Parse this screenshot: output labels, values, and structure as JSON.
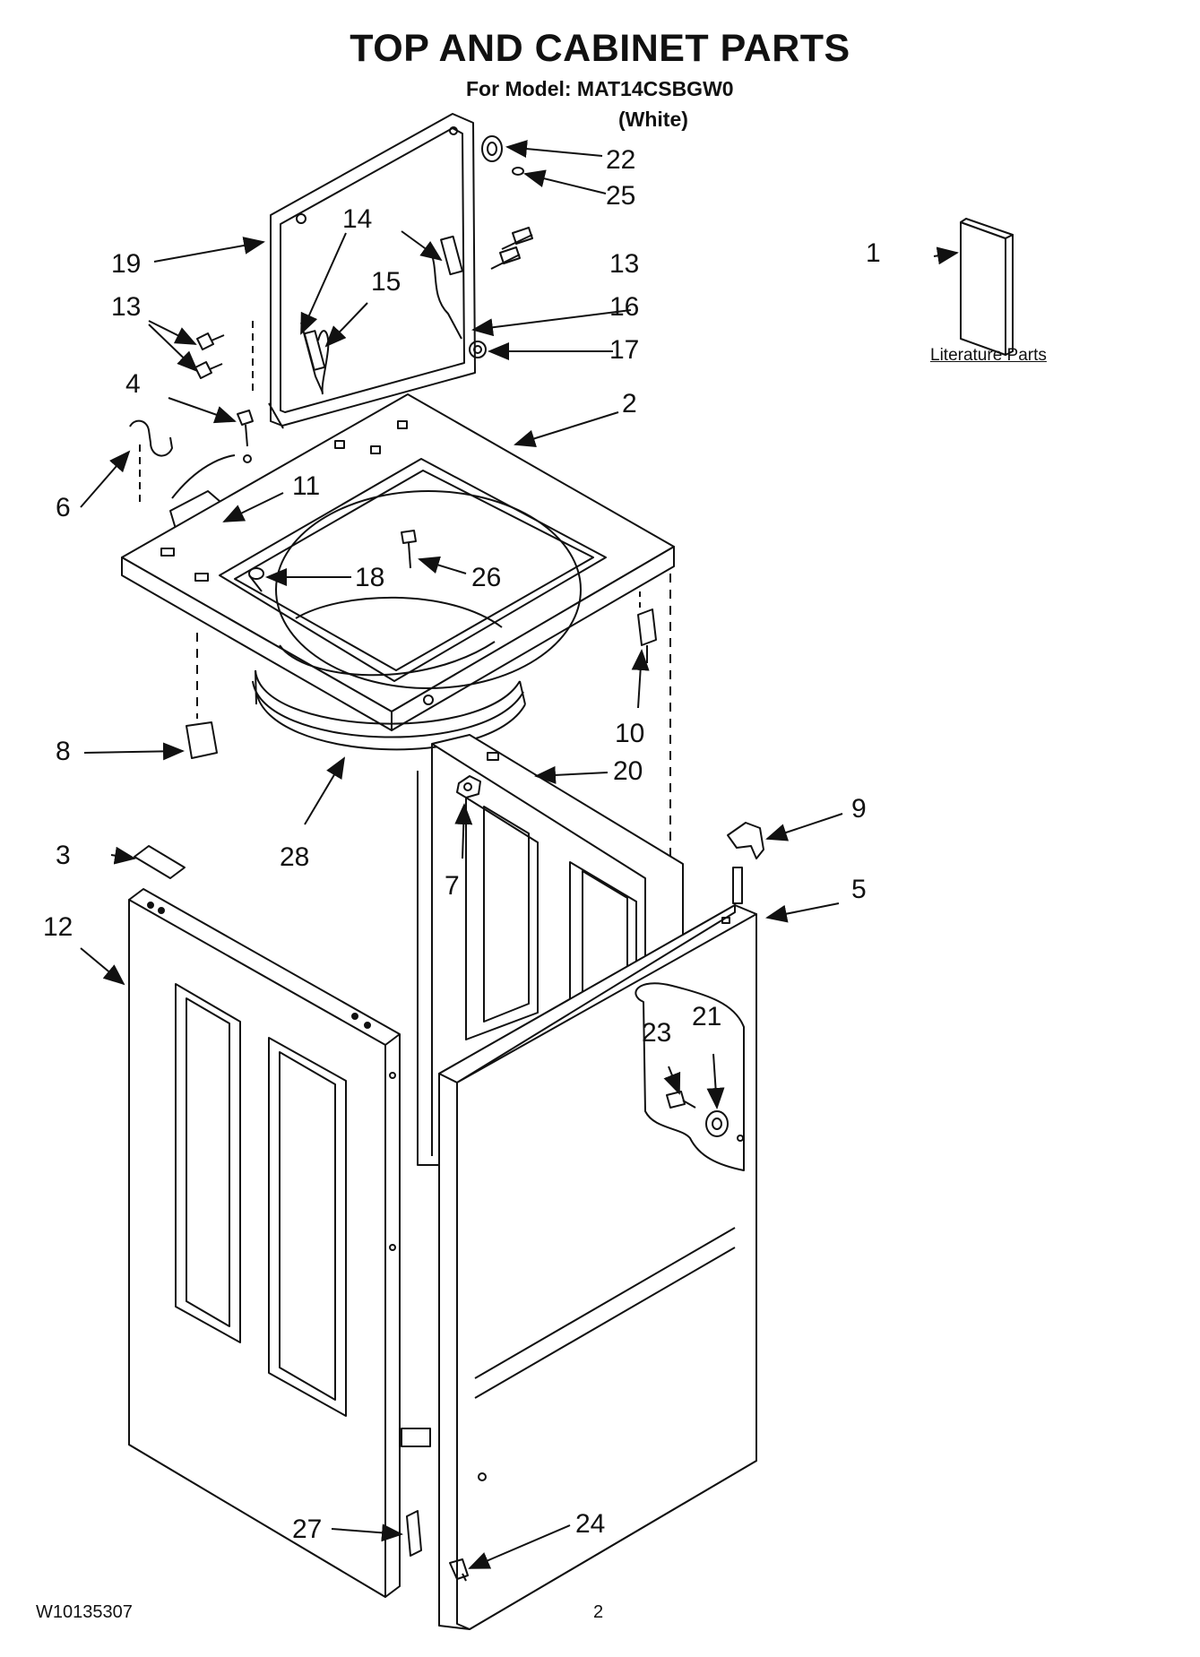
{
  "header": {
    "title": "TOP AND CABINET PARTS",
    "model_line": "For Model: MAT14CSBGW0",
    "color_line": "(White)"
  },
  "literature": {
    "label": "Literature Parts"
  },
  "footer": {
    "doc_number": "W10135307",
    "page_number": "2"
  },
  "callouts": [
    "1",
    "2",
    "3",
    "4",
    "5",
    "6",
    "7",
    "8",
    "9",
    "10",
    "11",
    "12",
    "13",
    "13",
    "14",
    "15",
    "16",
    "17",
    "18",
    "19",
    "20",
    "21",
    "22",
    "23",
    "24",
    "25",
    "26",
    "27",
    "28"
  ]
}
